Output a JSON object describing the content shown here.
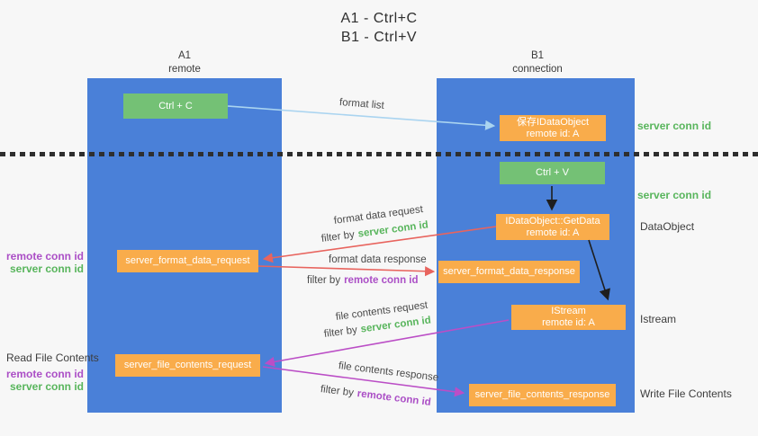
{
  "title": {
    "line1": "A1 - Ctrl+C",
    "line2": "B1 - Ctrl+V"
  },
  "columns": {
    "a": {
      "name": "A1",
      "subtitle": "remote"
    },
    "b": {
      "name": "B1",
      "subtitle": "connection"
    }
  },
  "nodes": {
    "ctrl_c": "Ctrl + C",
    "ctrl_v": "Ctrl + V",
    "save_dataobject": {
      "line1": "保存IDataObject",
      "line2": "remote id: A"
    },
    "getdata": {
      "line1": "IDataObject::GetData",
      "line2": "remote id: A"
    },
    "istream": {
      "line1": "IStream",
      "line2": "remote id: A"
    },
    "format_request": "server_format_data_request",
    "format_response": "server_format_data_response",
    "file_request": "server_file_contents_request",
    "file_response": "server_file_contents_response"
  },
  "arrow_labels": {
    "format_list": "format list",
    "format_data_request": "format data request",
    "format_data_response": "format data response",
    "file_contents_request": "file contents request",
    "file_contents_response": "file contents response",
    "filter_by": "filter by",
    "server_conn_id": "server conn id",
    "remote_conn_id": "remote conn id"
  },
  "side_labels": {
    "server_conn_id_top": "server conn id",
    "server_conn_id_mid": "server conn id",
    "dataobject": "DataObject",
    "istream": "Istream",
    "read_file_contents": "Read File Contents",
    "write_file_contents": "Write File Contents",
    "remote_conn_id": "remote conn id",
    "server_conn_id": "server conn id"
  },
  "colors": {
    "lifeline_blue": "#4a80d8",
    "node_green": "#74c175",
    "node_orange": "#f9ac4b",
    "arrow_red": "#e8645e",
    "arrow_purple": "#bb4ec6",
    "arrow_blue": "#aad4f0",
    "arrow_black": "#1e1e1e",
    "text_green": "#58b55c",
    "text_purple": "#ab4fc6",
    "background": "#f7f7f7"
  }
}
